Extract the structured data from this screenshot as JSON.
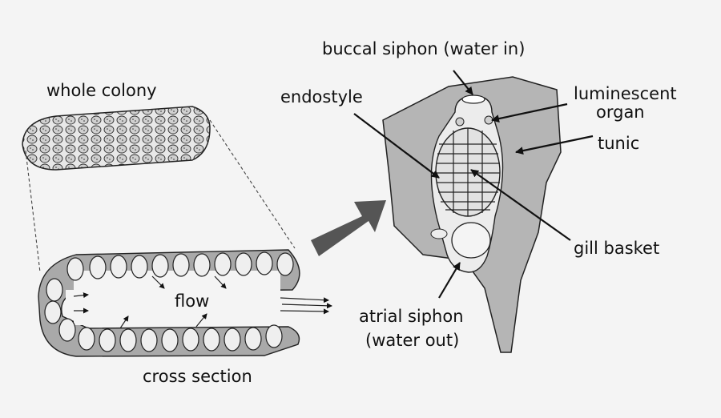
{
  "labels": {
    "whole_colony": "whole colony",
    "flow": "flow",
    "cross_section": "cross section",
    "buccal_siphon": "buccal siphon (water in)",
    "endostyle": "endostyle",
    "luminescent_organ_line1": "luminescent",
    "luminescent_organ_line2": "organ",
    "tunic": "tunic",
    "gill_basket": "gill basket",
    "atrial_siphon_line1": "atrial siphon",
    "atrial_siphon_line2": "(water out)"
  },
  "colors": {
    "background": "#f4f4f4",
    "tunic_fill": "#b5b5b5",
    "body_fill": "#ececec",
    "ink": "#111111",
    "big_arrow": "#555555"
  }
}
